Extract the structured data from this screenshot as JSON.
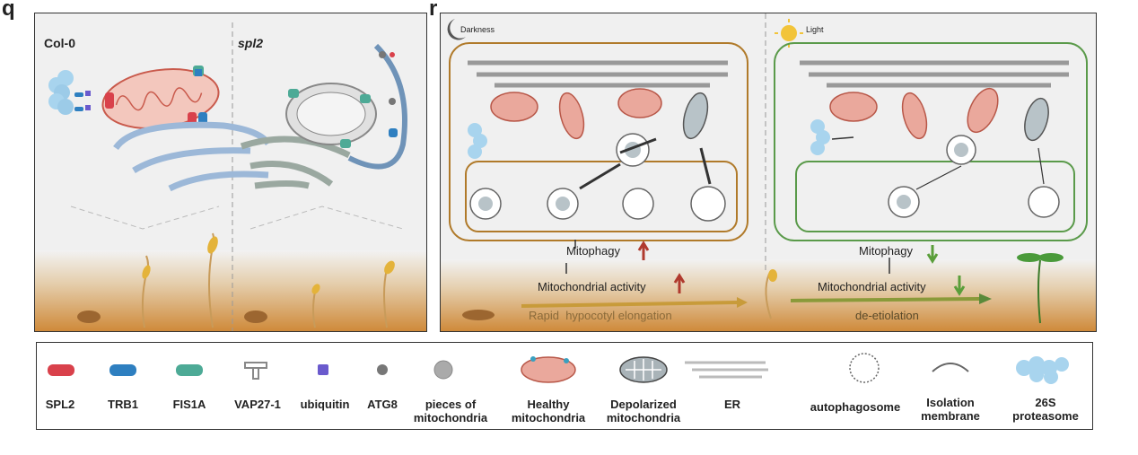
{
  "panel_q": {
    "letter": "q",
    "col0": "Col-0",
    "spl2": "spl2"
  },
  "panel_r": {
    "letter": "r",
    "darkness": "Darkness",
    "light": "Light",
    "mitophagy_left": "Mitophagy",
    "mito_activity_left": "Mitochondrial activity",
    "rapid": "Rapid  hypocotyl elongation",
    "mitophagy_right": "Mitophagy",
    "mito_activity_right": "Mitochondrial activity",
    "deetiolation": "de-etiolation",
    "colors": {
      "up_arrow": "#b03a2e",
      "down_arrow": "#5a9e3a",
      "dark_frame": "#b07a2a",
      "light_frame": "#5a9a4a"
    }
  },
  "legend": {
    "items": [
      {
        "label": "SPL2",
        "icon": "red-pill-icon",
        "color": "#d9414b"
      },
      {
        "label": "TRB1",
        "icon": "blue-pill-icon",
        "color": "#2e7fc0"
      },
      {
        "label": "FIS1A",
        "icon": "teal-pill-icon",
        "color": "#4daa96"
      },
      {
        "label": "VAP27-1",
        "icon": "t-shape-icon",
        "color": "#888888"
      },
      {
        "label": "ubiquitin",
        "icon": "purple-square-icon",
        "color": "#6a5acd"
      },
      {
        "label": "ATG8",
        "icon": "gray-dot-icon",
        "color": "#777777"
      },
      {
        "label": "pieces of mitochondria",
        "icon": "gray-circle-icon",
        "color": "#999999"
      },
      {
        "label": "Healthy mitochondria",
        "icon": "healthy-mito-icon",
        "color": "#e8a39a"
      },
      {
        "label": "Depolarized mitochondria",
        "icon": "depolarized-mito-icon",
        "color": "#a9b3b8"
      },
      {
        "label": "ER",
        "icon": "er-icon",
        "color": "#bbbbbb"
      },
      {
        "label": "autophagosome",
        "icon": "autophagosome-icon",
        "color": "#888888"
      },
      {
        "label": "Isolation membrane",
        "icon": "isolation-membrane-icon",
        "color": "#666666"
      },
      {
        "label": "26S proteasome",
        "icon": "proteasome-icon",
        "color": "#a8d4ee"
      }
    ]
  }
}
